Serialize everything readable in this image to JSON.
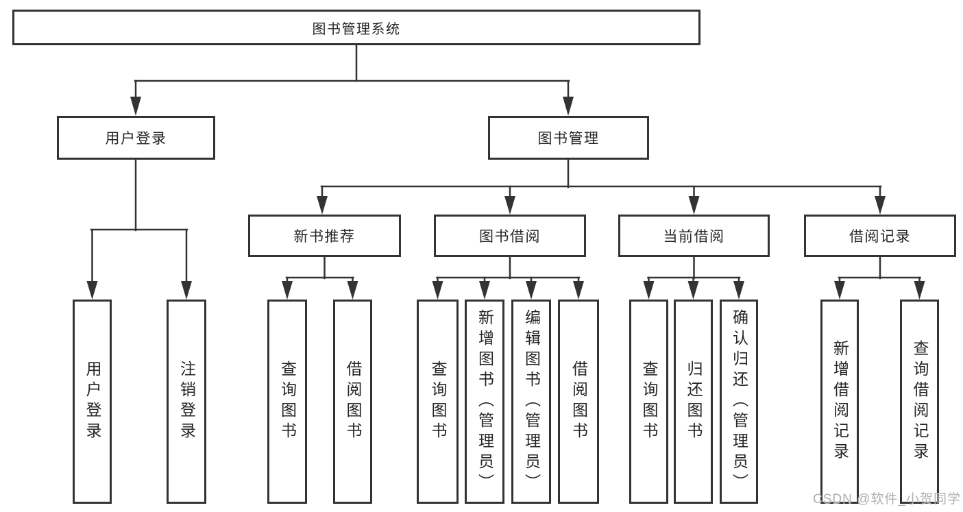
{
  "diagram": {
    "root": "图书管理系统",
    "level2": {
      "user_login": "用户登录",
      "book_mgmt": "图书管理"
    },
    "level3": {
      "new_rec": "新书推荐",
      "borrow": "图书借阅",
      "current": "当前借阅",
      "record": "借阅记录"
    },
    "leaves": {
      "user_login": "用户登录",
      "logout": "注销登录",
      "rec_query": "查询图书",
      "rec_borrow": "借阅图书",
      "bb_query": "查询图书",
      "bb_add": "新增图书（管理员）",
      "bb_edit": "编辑图书（管理员）",
      "bb_borrow": "借阅图书",
      "cb_query": "查询图书",
      "cb_return": "归还图书",
      "cb_confirm": "确认归还（管理员）",
      "br_add": "新增借阅记录",
      "br_query": "查询借阅记录"
    }
  },
  "watermark": "CSDN @软件_小贺同学",
  "colors": {
    "line": "#333333",
    "text": "#262626",
    "watermark": "#a8a8a8",
    "background": "#ffffff"
  }
}
